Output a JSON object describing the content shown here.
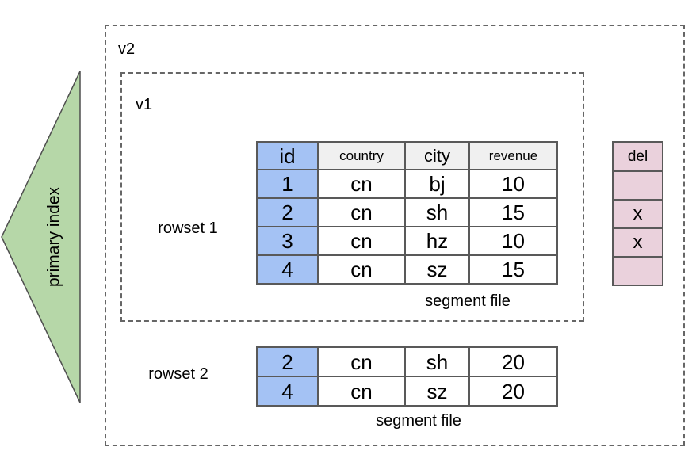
{
  "labels": {
    "primary_index": "primary index",
    "v2": "v2",
    "v1": "v1",
    "rowset1": "rowset 1",
    "rowset2": "rowset 2",
    "segment_file_rowset1": "segment file",
    "segment_file_rowset2": "segment file"
  },
  "rowset1_table": {
    "headers": [
      "id",
      "country",
      "city",
      "revenue"
    ],
    "rows": [
      [
        "1",
        "cn",
        "bj",
        "10"
      ],
      [
        "2",
        "cn",
        "sh",
        "15"
      ],
      [
        "3",
        "cn",
        "hz",
        "10"
      ],
      [
        "4",
        "cn",
        "sz",
        "15"
      ]
    ]
  },
  "delete_vector": {
    "header": "del",
    "cells": [
      "",
      "x",
      "x",
      ""
    ]
  },
  "rowset2_table": {
    "rows": [
      [
        "2",
        "cn",
        "sh",
        "20"
      ],
      [
        "4",
        "cn",
        "sz",
        "20"
      ]
    ]
  },
  "colors": {
    "id_column_fill": "#a4c2f4",
    "header_fill": "#f0f0f0",
    "delete_vector_fill": "#ead1dc",
    "primary_index_fill": "#b6d7a8",
    "table_border": "#595959",
    "dashed_border": "#666666"
  }
}
